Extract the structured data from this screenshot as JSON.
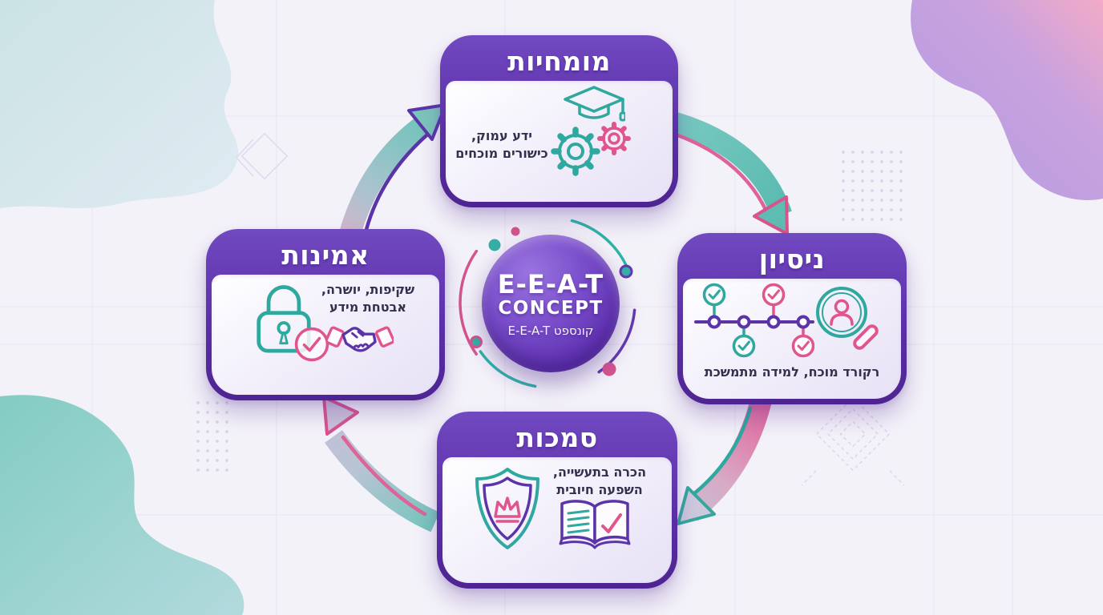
{
  "title": "E-E-A-T Concept Infographic",
  "center": {
    "line1": "E-E-A-T",
    "line2": "CONCEPT",
    "line3": "קונספט E-E-A-T"
  },
  "cards": [
    {
      "id": "expertise",
      "title": "מומחיות",
      "desc1": "ידע עמוק,",
      "desc2": "כישורים מוכחים",
      "icons": [
        "graduation-cap-icon",
        "gear-icon",
        "small-gear-icon"
      ]
    },
    {
      "id": "experience",
      "title": "ניסיון",
      "desc1": "רקורד מוכח, למידה מתמשכת",
      "desc2": "",
      "icons": [
        "timeline-checks-icon",
        "magnifier-person-icon"
      ]
    },
    {
      "id": "authority",
      "title": "סמכות",
      "desc1": "הכרה בתעשייה,",
      "desc2": "השפעה חיובית",
      "icons": [
        "shield-crown-icon",
        "open-book-check-icon"
      ]
    },
    {
      "id": "trust",
      "title": "אמינות",
      "desc1": "שקיפות, יושרה,",
      "desc2": "אבטחת מידע",
      "icons": [
        "padlock-icon",
        "check-circle-icon",
        "handshake-icon"
      ]
    }
  ],
  "colors": {
    "purple": "#5b2fa8",
    "teal": "#2fa89f",
    "pink": "#e0558c",
    "background": "#f4f2f9",
    "card_body": "#efeaf8",
    "text": "#33304d"
  }
}
